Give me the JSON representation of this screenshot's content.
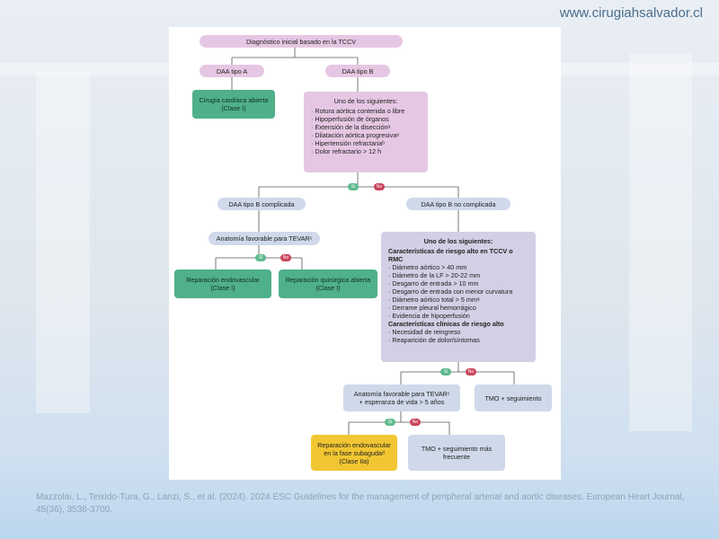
{
  "header": {
    "url": "www.cirugiahsalvador.cl"
  },
  "flow": {
    "start": "Diagnóstico inicial basado en la TCCV",
    "daa_a": "DAA tipo A",
    "daa_b": "DAA tipo B",
    "cirugia": [
      "Cirugía cardíaca abierta",
      "(Clase I)"
    ],
    "criteria1": {
      "title": "Uno de los siguientes:",
      "items": [
        "· Rotura aórtica contenida o libre",
        "· Hipoperfusión de órganos",
        "· Extensión de la disecciónᵃ",
        "· Dilatación aórtica progresivaᵃ",
        "· Hipertensión refractariaᵇ",
        "· Dolor refractario > 12 h"
      ]
    },
    "yes": "Sí",
    "no": "No",
    "complicated": "DAA tipo B complicada",
    "uncomplicated": "DAA tipo B no complicada",
    "anat1": "Anatomía favorable para TEVARᶜ",
    "endo1": [
      "Reparación endovascular",
      "(Clase I)"
    ],
    "quir": [
      "Reparación quirúrgica abierta",
      "(Clase I)"
    ],
    "criteria2": {
      "title": "Uno de los siguientes:",
      "subtitle1": "Características de riesgo alto en TCCV o RMC",
      "items1": [
        "· Diámetro aórtico > 40 mm",
        "· Diámetro de la LF > 20-22 mm",
        "· Desgarro de entrada > 10 mm",
        "· Desgarro de entrada con menor curvatura",
        "· Diámetro aórtico total > 5 mmᵃ",
        "· Derrame pleural hemorrágico",
        "· Evidencia de hipoperfusión"
      ],
      "subtitle2": "Características clínicas de riesgo alto",
      "items2": [
        "· Necesidad de reingreso",
        "· Reaparición de dolor/síntomas"
      ]
    },
    "anat2": [
      "Anatomía favorable para TEVARᶜ",
      "+ esperanza de vida > 5 años"
    ],
    "tmo1": "TMO + seguimiento",
    "endo2": [
      "Reparación endovascular",
      "en la fase subagudaᵈ",
      "(Clase IIa)"
    ],
    "tmo2": [
      "TMO + seguimiento más",
      "frecuente"
    ]
  },
  "citation": "Mazzolai, L., Teixido-Tura, G., Lanzi, S., et al.  (2024). 2024 ESC Guidelines for the management of peripheral arterial and aortic diseases. European Heart Journal, 45(36), 3538-3700.",
  "colors": {
    "purple": "#e6c7e3",
    "blue": "#cfd9ea",
    "lavender": "#d3cfe4",
    "green": "#4fb089",
    "yellow": "#f2c632",
    "yes_mark": "#5fb98d",
    "no_mark": "#c9435a"
  }
}
